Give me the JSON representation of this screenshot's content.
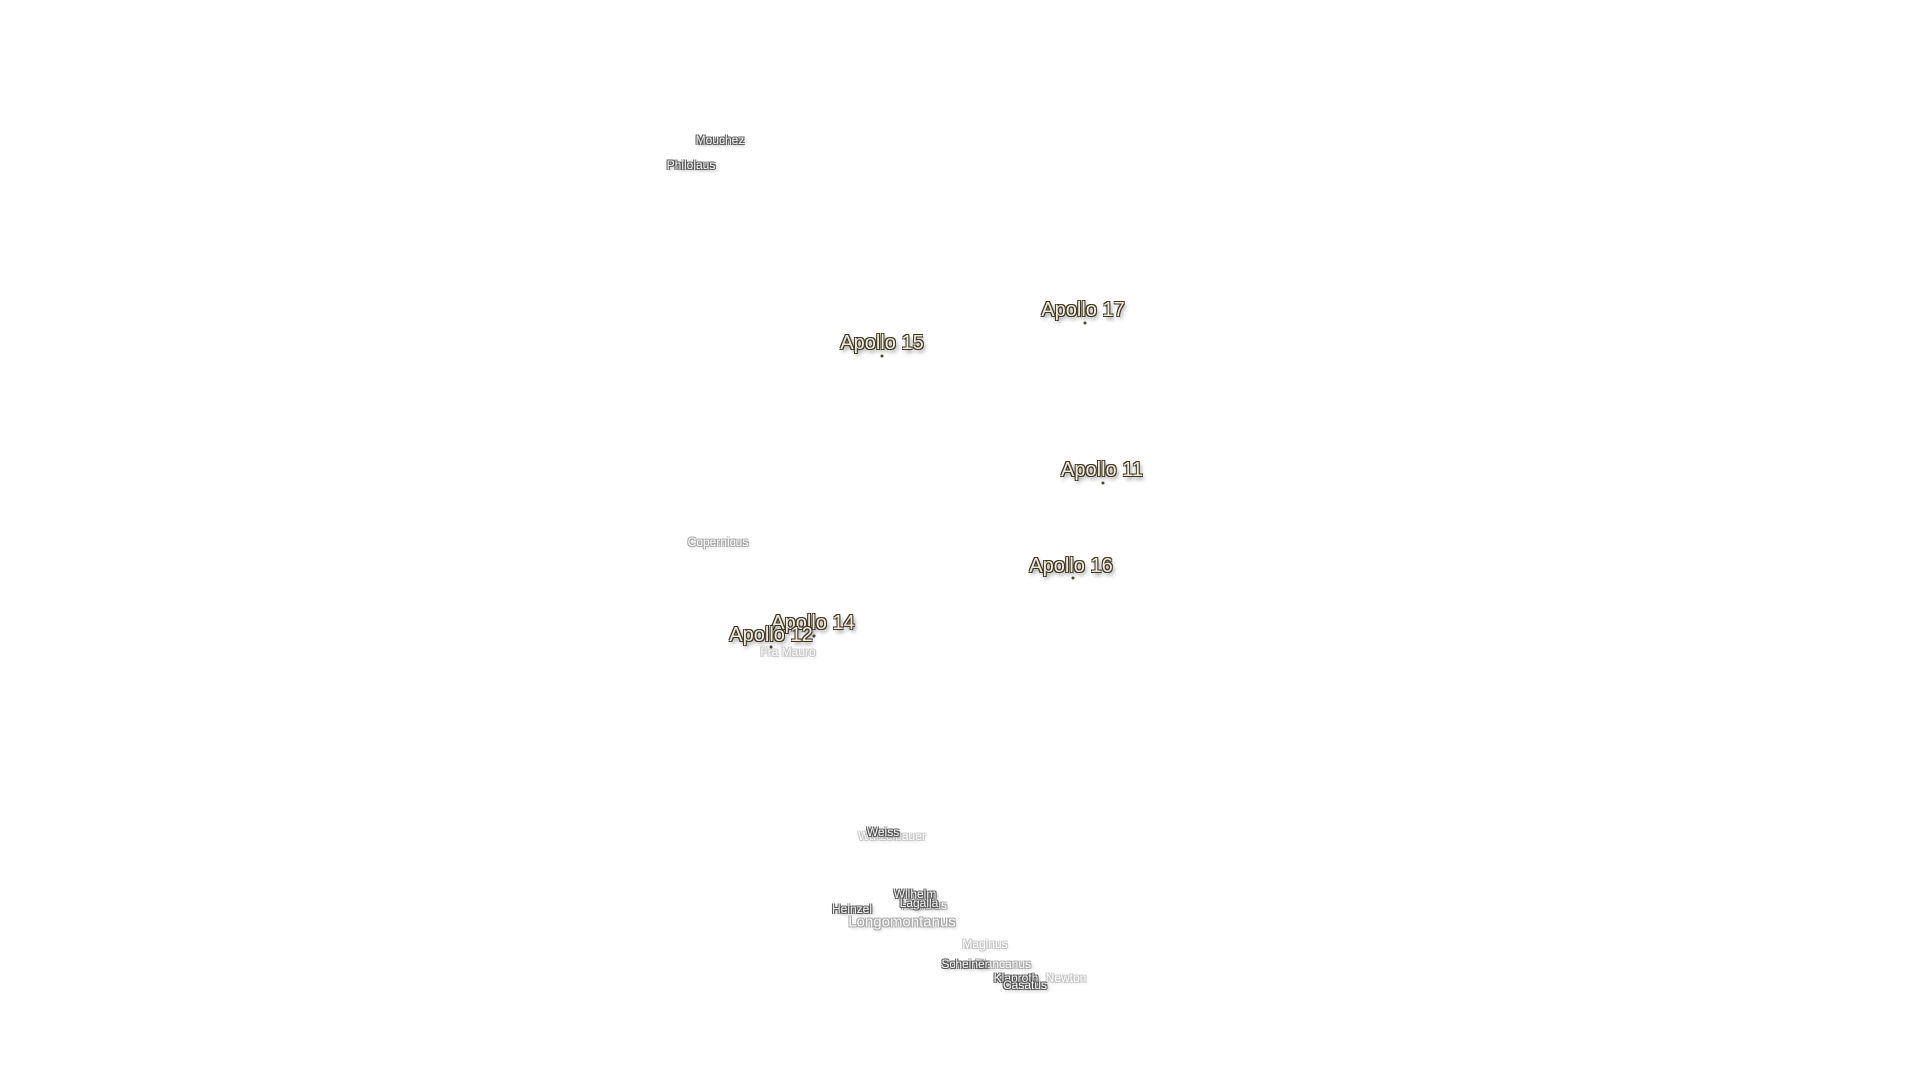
{
  "apollo_sites": [
    {
      "id": "apollo-17",
      "label": "Apollo 17"
    },
    {
      "id": "apollo-15",
      "label": "Apollo 15"
    },
    {
      "id": "apollo-11",
      "label": "Apollo 11"
    },
    {
      "id": "apollo-16",
      "label": "Apollo 16"
    },
    {
      "id": "apollo-14",
      "label": "Apollo 14"
    },
    {
      "id": "apollo-12",
      "label": "Apollo 12"
    }
  ],
  "craters": [
    {
      "id": "mouchez",
      "label": "Mouchez"
    },
    {
      "id": "philolaus",
      "label": "Philolaus"
    },
    {
      "id": "copernicus",
      "label": "Copernicus"
    },
    {
      "id": "fra-mauro",
      "label": "Fra Mauro"
    },
    {
      "id": "weiss",
      "label": "Weiss"
    },
    {
      "id": "wurzelbauer",
      "label": "Wurzelbauer"
    },
    {
      "id": "wilhelm",
      "label": "Wilhelm"
    },
    {
      "id": "lagalla",
      "label": "Lagalla"
    },
    {
      "id": "heinsius",
      "label": "Heinsius"
    },
    {
      "id": "heinzel",
      "label": "Heinzel"
    },
    {
      "id": "longomontanus",
      "label": "Longomontanus"
    },
    {
      "id": "maginus",
      "label": "Maginus"
    },
    {
      "id": "scheiner",
      "label": "Scheiner"
    },
    {
      "id": "blancanus",
      "label": "Blancanus"
    },
    {
      "id": "klaproth",
      "label": "Klaproth"
    },
    {
      "id": "casatus",
      "label": "Casatus"
    },
    {
      "id": "newton",
      "label": "Newton"
    }
  ]
}
